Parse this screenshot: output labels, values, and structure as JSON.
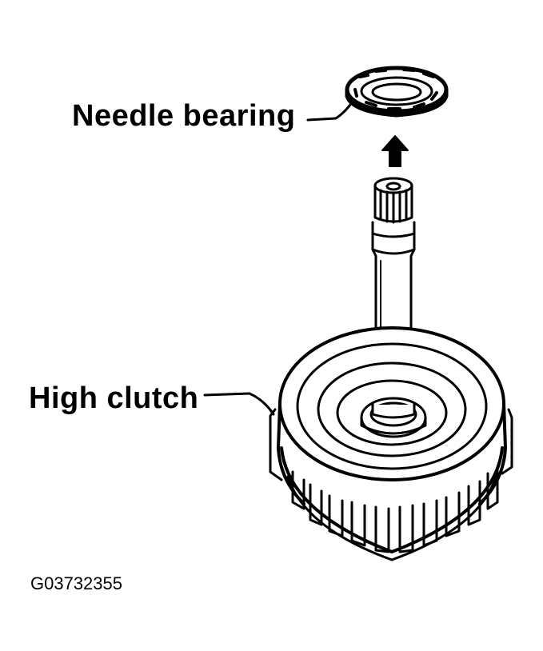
{
  "labels": {
    "needle_bearing": "Needle bearing",
    "high_clutch": "High clutch",
    "figure_code": "G03732355"
  }
}
